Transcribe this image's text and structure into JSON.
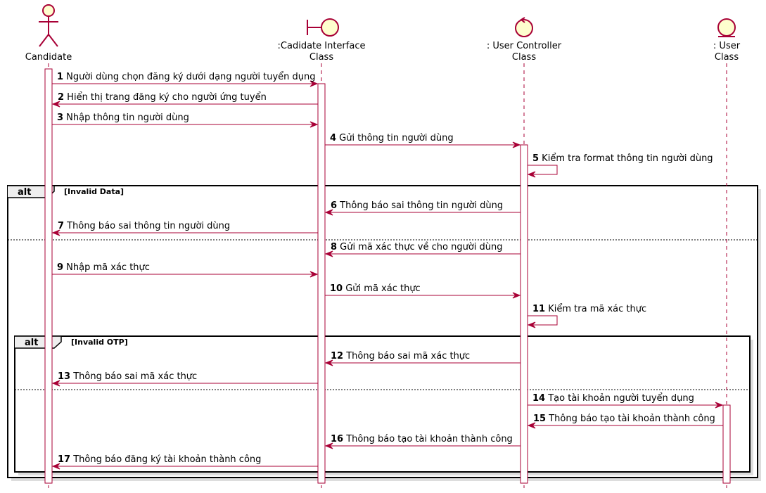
{
  "participants": [
    {
      "id": "candidate",
      "kind": "actor",
      "label_lines": [
        "Candidate"
      ]
    },
    {
      "id": "ui",
      "kind": "boundary",
      "label_lines": [
        ":Cadidate Interface",
        "Class"
      ]
    },
    {
      "id": "ctrl",
      "kind": "control",
      "label_lines": [
        ": User Controller",
        "Class"
      ]
    },
    {
      "id": "user",
      "kind": "entity",
      "label_lines": [
        ": User",
        "Class"
      ]
    }
  ],
  "messages": [
    {
      "n": "1",
      "from": "candidate",
      "to": "ui",
      "text": "Người dùng chọn đăng ký dưới dạng người tuyển dụng"
    },
    {
      "n": "2",
      "from": "ui",
      "to": "candidate",
      "text": "Hiển thị trang đăng ký cho người ứng tuyển"
    },
    {
      "n": "3",
      "from": "candidate",
      "to": "ui",
      "text": "Nhập thông tin người dùng"
    },
    {
      "n": "4",
      "from": "ui",
      "to": "ctrl",
      "text": "Gửi thông tin người dùng"
    },
    {
      "n": "5",
      "from": "ctrl",
      "to": "ctrl",
      "text": "Kiểm tra format thông tin người dùng"
    },
    {
      "n": "6",
      "from": "ctrl",
      "to": "ui",
      "text": "Thông báo sai thông tin người dùng"
    },
    {
      "n": "7",
      "from": "ui",
      "to": "candidate",
      "text": "Thông báo sai thông tin người dùng"
    },
    {
      "n": "8",
      "from": "ctrl",
      "to": "ui",
      "text": "Gửi mã xác thực về cho người dùng"
    },
    {
      "n": "9",
      "from": "candidate",
      "to": "ui",
      "text": "Nhập mã xác thực"
    },
    {
      "n": "10",
      "from": "ui",
      "to": "ctrl",
      "text": "Gửi mã xác thực"
    },
    {
      "n": "11",
      "from": "ctrl",
      "to": "ctrl",
      "text": "Kiểm tra mã xác thực"
    },
    {
      "n": "12",
      "from": "ctrl",
      "to": "ui",
      "text": "Thông báo sai mã xác thực"
    },
    {
      "n": "13",
      "from": "ui",
      "to": "candidate",
      "text": "Thông báo sai mã xác thực"
    },
    {
      "n": "14",
      "from": "ctrl",
      "to": "user",
      "text": "Tạo tài khoản người tuyển dụng"
    },
    {
      "n": "15",
      "from": "user",
      "to": "ctrl",
      "text": "Thông báo tạo tài khoản thành công"
    },
    {
      "n": "16",
      "from": "ctrl",
      "to": "ui",
      "text": "Thông báo tạo tài khoản thành công"
    },
    {
      "n": "17",
      "from": "ui",
      "to": "candidate",
      "text": "Thông báo đăng ký tài khoản thành công"
    }
  ],
  "fragments": [
    {
      "operator": "alt",
      "guard": "[Invalid Data]"
    },
    {
      "operator": "alt",
      "guard": "[Invalid OTP]"
    }
  ],
  "colors": {
    "line": "#A80036",
    "fill": "#FEFECE",
    "frame": "#000000",
    "shadow": "#dddddd"
  }
}
